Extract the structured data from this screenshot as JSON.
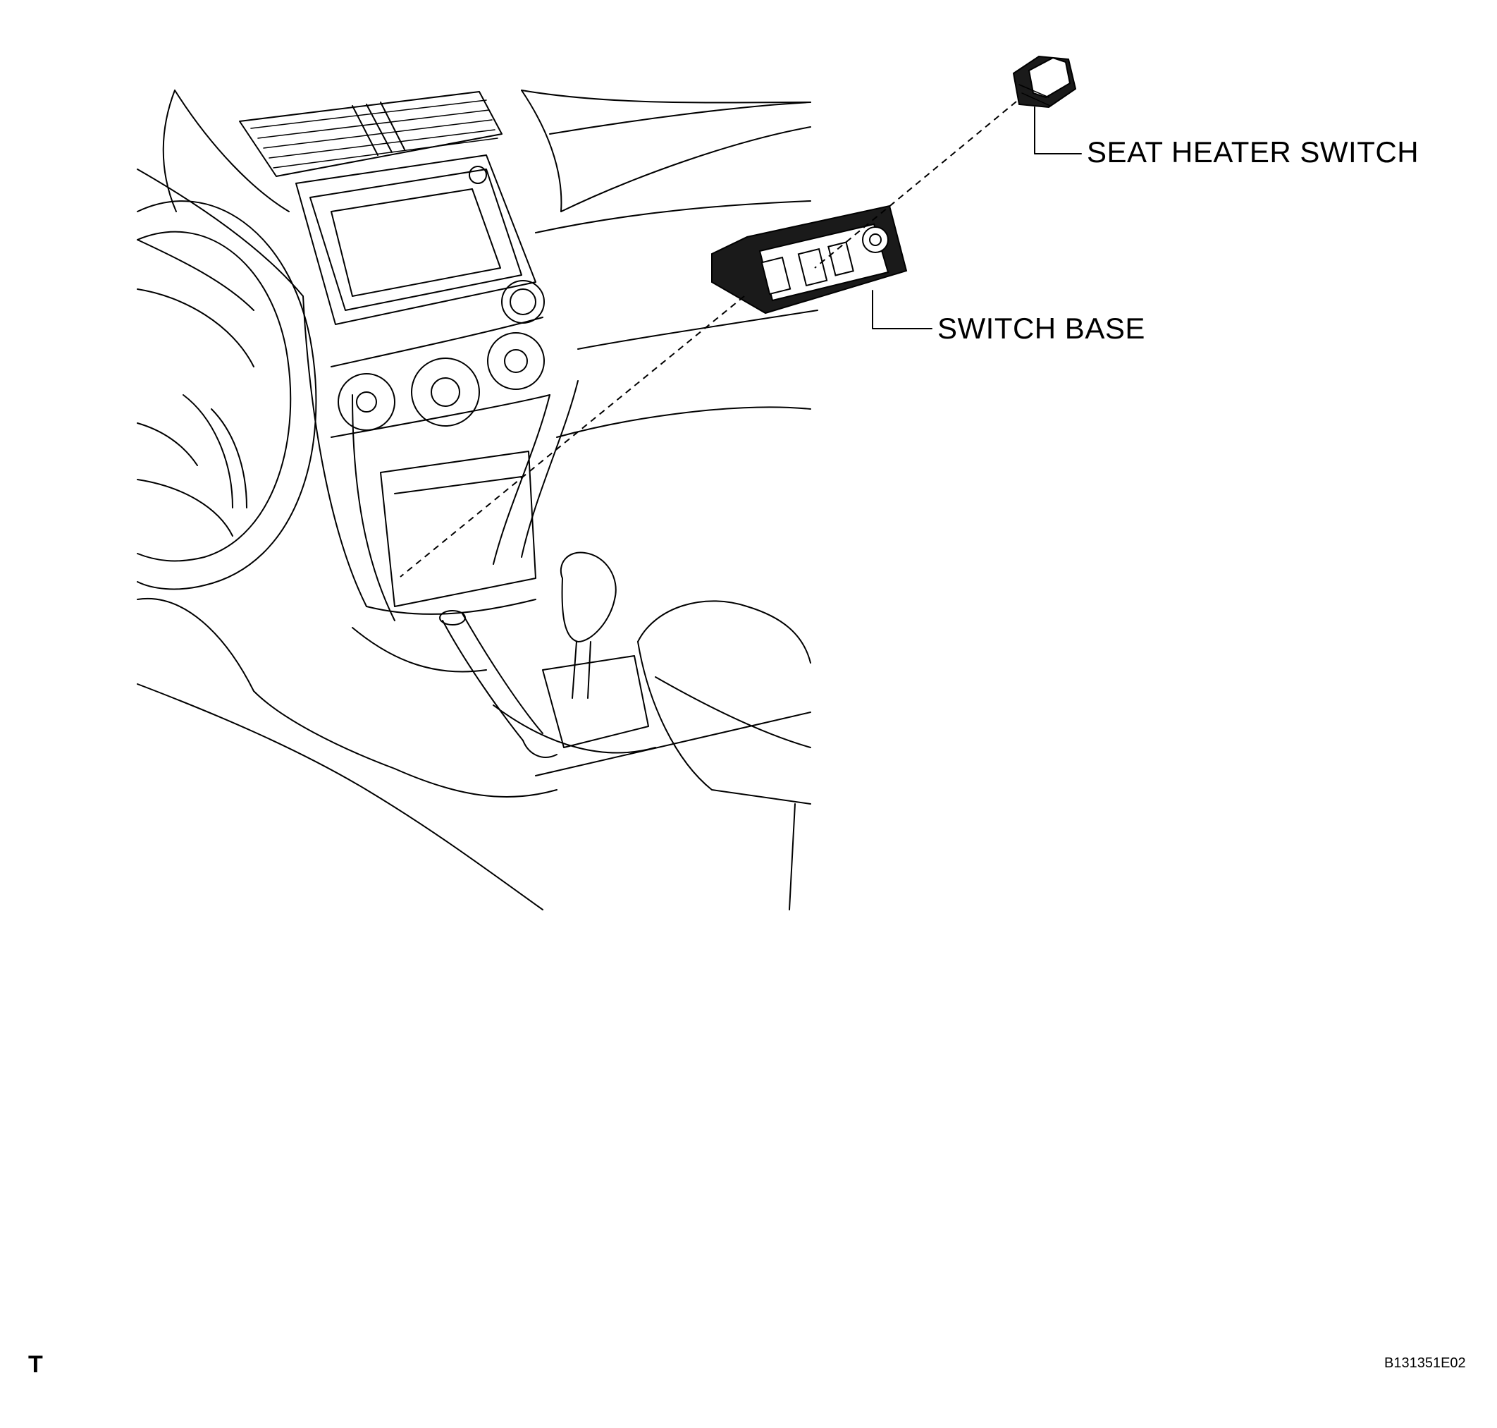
{
  "callouts": {
    "seat_heater_switch": "SEAT HEATER SWITCH",
    "switch_base": "SWITCH BASE"
  },
  "corner_mark": "T",
  "figure_code": "B131351E02"
}
